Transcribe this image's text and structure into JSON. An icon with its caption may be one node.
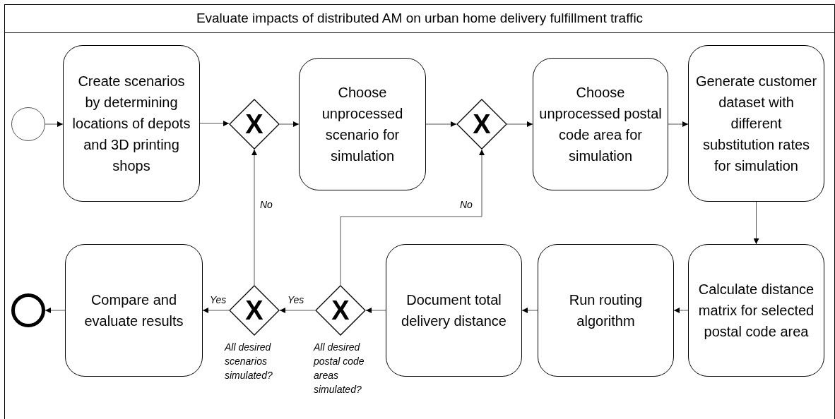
{
  "diagram": {
    "title": "Evaluate impacts of distributed AM on urban home delivery fulfillment traffic",
    "nodes": [
      {
        "text": [],
        "shape": "circle"
      },
      {
        "text": [
          "Create scenarios by determining locations of depots and 3D printing shops"
        ]
      },
      {
        "text": [
          "X"
        ]
      },
      {
        "text": [
          "Choose unprocessed scenario for simulation"
        ]
      },
      {
        "text": [
          "X"
        ]
      },
      {
        "text": [
          "Choose unprocessed postal code area for simulation"
        ]
      },
      {
        "text": [
          "Generate customer dataset with different substitution rates for simulation"
        ]
      },
      {
        "text": [
          "Calculate distance matrix for selected postal code area"
        ]
      },
      {
        "text": [
          "Run routing algorithm"
        ]
      },
      {
        "text": [
          "Document total delivery distance"
        ]
      },
      {
        "text": [
          "X"
        ],
        "beside": [
          "All desired postal code areas simulated?"
        ]
      },
      {
        "text": [
          "X"
        ],
        "beside": [
          "All desired scenarios simulated?"
        ]
      },
      {
        "text": [
          "Compare and evaluate results"
        ]
      },
      {
        "text": [],
        "shape": "circle"
      }
    ],
    "edges": [
      {
        "from": 0,
        "to": 1,
        "arrow": "to"
      },
      {
        "from": 1,
        "to": 2,
        "arrow": "to"
      },
      {
        "from": 2,
        "to": 3,
        "arrow": "to"
      },
      {
        "from": 3,
        "to": 4,
        "arrow": "to"
      },
      {
        "from": 4,
        "to": 5,
        "arrow": "to"
      },
      {
        "from": 5,
        "to": 6,
        "arrow": "to"
      },
      {
        "from": 6,
        "to": 7,
        "arrow": "to"
      },
      {
        "from": 7,
        "to": 8,
        "arrow": "to"
      },
      {
        "from": 8,
        "to": 9,
        "arrow": "to"
      },
      {
        "from": 9,
        "to": 10,
        "arrow": "to"
      },
      {
        "from": 10,
        "to": 11,
        "arrow": "to",
        "label": "Yes"
      },
      {
        "from": 11,
        "to": 12,
        "arrow": "to",
        "label": "Yes"
      },
      {
        "from": 12,
        "to": 13,
        "arrow": "to"
      },
      {
        "from": 10,
        "to": 4,
        "arrow": "to",
        "label": "No"
      },
      {
        "from": 11,
        "to": 2,
        "arrow": "to",
        "label": "No"
      }
    ]
  }
}
